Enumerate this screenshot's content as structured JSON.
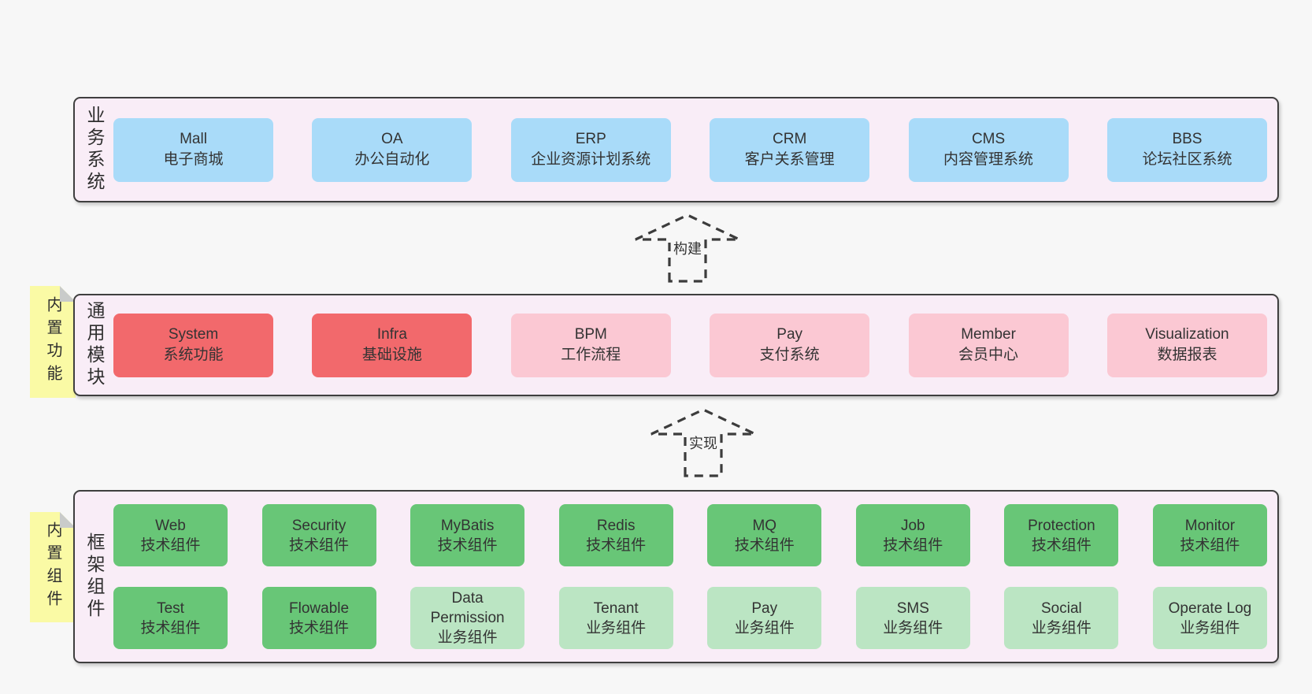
{
  "colors": {
    "page_bg": "#f7f7f7",
    "panel_bg": "#f9edf7",
    "panel_border": "#3f3f3f",
    "blue": "#a9dbf9",
    "red": "#f2696c",
    "pink": "#fbc8d3",
    "green": "#68c677",
    "green_light": "#bbe5c3",
    "sticky": "#fafaa5",
    "sticky_fold": "#c9cbca",
    "text": "#333333"
  },
  "arrows": {
    "build": "构建",
    "implement": "实现"
  },
  "bands": {
    "business": {
      "label": "业务系统",
      "boxes": [
        {
          "name": "Mall",
          "desc": "电子商城"
        },
        {
          "name": "OA",
          "desc": "办公自动化"
        },
        {
          "name": "ERP",
          "desc": "企业资源计划系统"
        },
        {
          "name": "CRM",
          "desc": "客户关系管理"
        },
        {
          "name": "CMS",
          "desc": "内容管理系统"
        },
        {
          "name": "BBS",
          "desc": "论坛社区系统"
        }
      ]
    },
    "modules": {
      "label": "通用模块",
      "sticky": "内置功能",
      "boxes": [
        {
          "name": "System",
          "desc": "系统功能"
        },
        {
          "name": "Infra",
          "desc": "基础设施"
        },
        {
          "name": "BPM",
          "desc": "工作流程"
        },
        {
          "name": "Pay",
          "desc": "支付系统"
        },
        {
          "name": "Member",
          "desc": "会员中心"
        },
        {
          "name": "Visualization",
          "desc": "数据报表"
        }
      ]
    },
    "components": {
      "label": "框架组件",
      "sticky": "内置组件",
      "row1": [
        {
          "name": "Web",
          "desc": "技术组件"
        },
        {
          "name": "Security",
          "desc": "技术组件"
        },
        {
          "name": "MyBatis",
          "desc": "技术组件"
        },
        {
          "name": "Redis",
          "desc": "技术组件"
        },
        {
          "name": "MQ",
          "desc": "技术组件"
        },
        {
          "name": "Job",
          "desc": "技术组件"
        },
        {
          "name": "Protection",
          "desc": "技术组件"
        },
        {
          "name": "Monitor",
          "desc": "技术组件"
        }
      ],
      "row2": [
        {
          "name": "Test",
          "desc": "技术组件"
        },
        {
          "name": "Flowable",
          "desc": "技术组件"
        },
        {
          "name": "Data Permission",
          "desc": "业务组件"
        },
        {
          "name": "Tenant",
          "desc": "业务组件"
        },
        {
          "name": "Pay",
          "desc": "业务组件"
        },
        {
          "name": "SMS",
          "desc": "业务组件"
        },
        {
          "name": "Social",
          "desc": "业务组件"
        },
        {
          "name": "Operate Log",
          "desc": "业务组件"
        }
      ]
    }
  }
}
